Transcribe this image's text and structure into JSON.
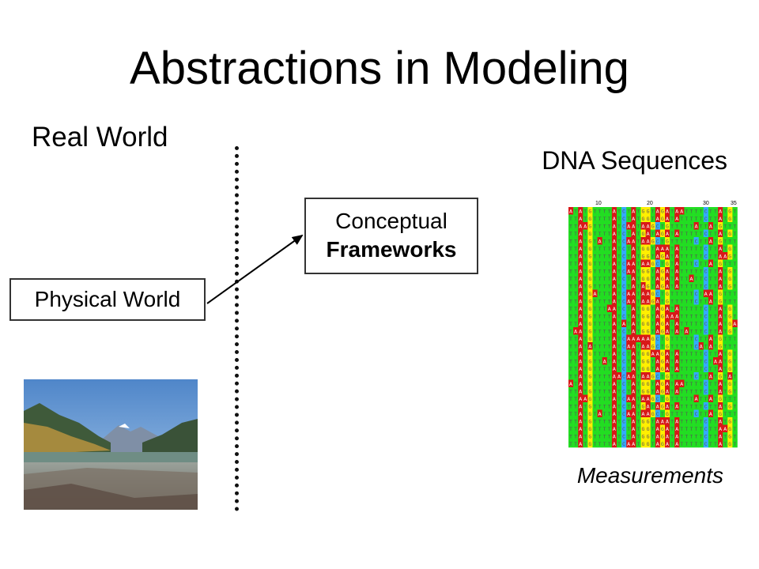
{
  "slide": {
    "title": "Abstractions in Modeling",
    "real_world_label": "Real World",
    "dna_title": "DNA Sequences",
    "physical_world_label": "Physical World",
    "conceptual_line1": "Conceptual",
    "conceptual_line2": "Frameworks",
    "measurements_label": "Measurements",
    "ruler_ticks": [
      "10",
      "20",
      "30",
      "35"
    ]
  },
  "colors": {
    "title_text": "#000000",
    "dna_title": "#ff3300",
    "A_base": "#d81818",
    "C_base": "#33aaff",
    "G_base": "#ffee00",
    "T_base": "#22dd22",
    "sky": "#7aaee0",
    "mountains": "#2e4a3e",
    "river": "#8a8c86"
  },
  "alignment": {
    "base_template": "TTATGTTTTATCTATGGTAGATATTTTTC",
    "alternate_template": "TTATGTTTTATCAATAAGCTGTTTTTC"
  }
}
